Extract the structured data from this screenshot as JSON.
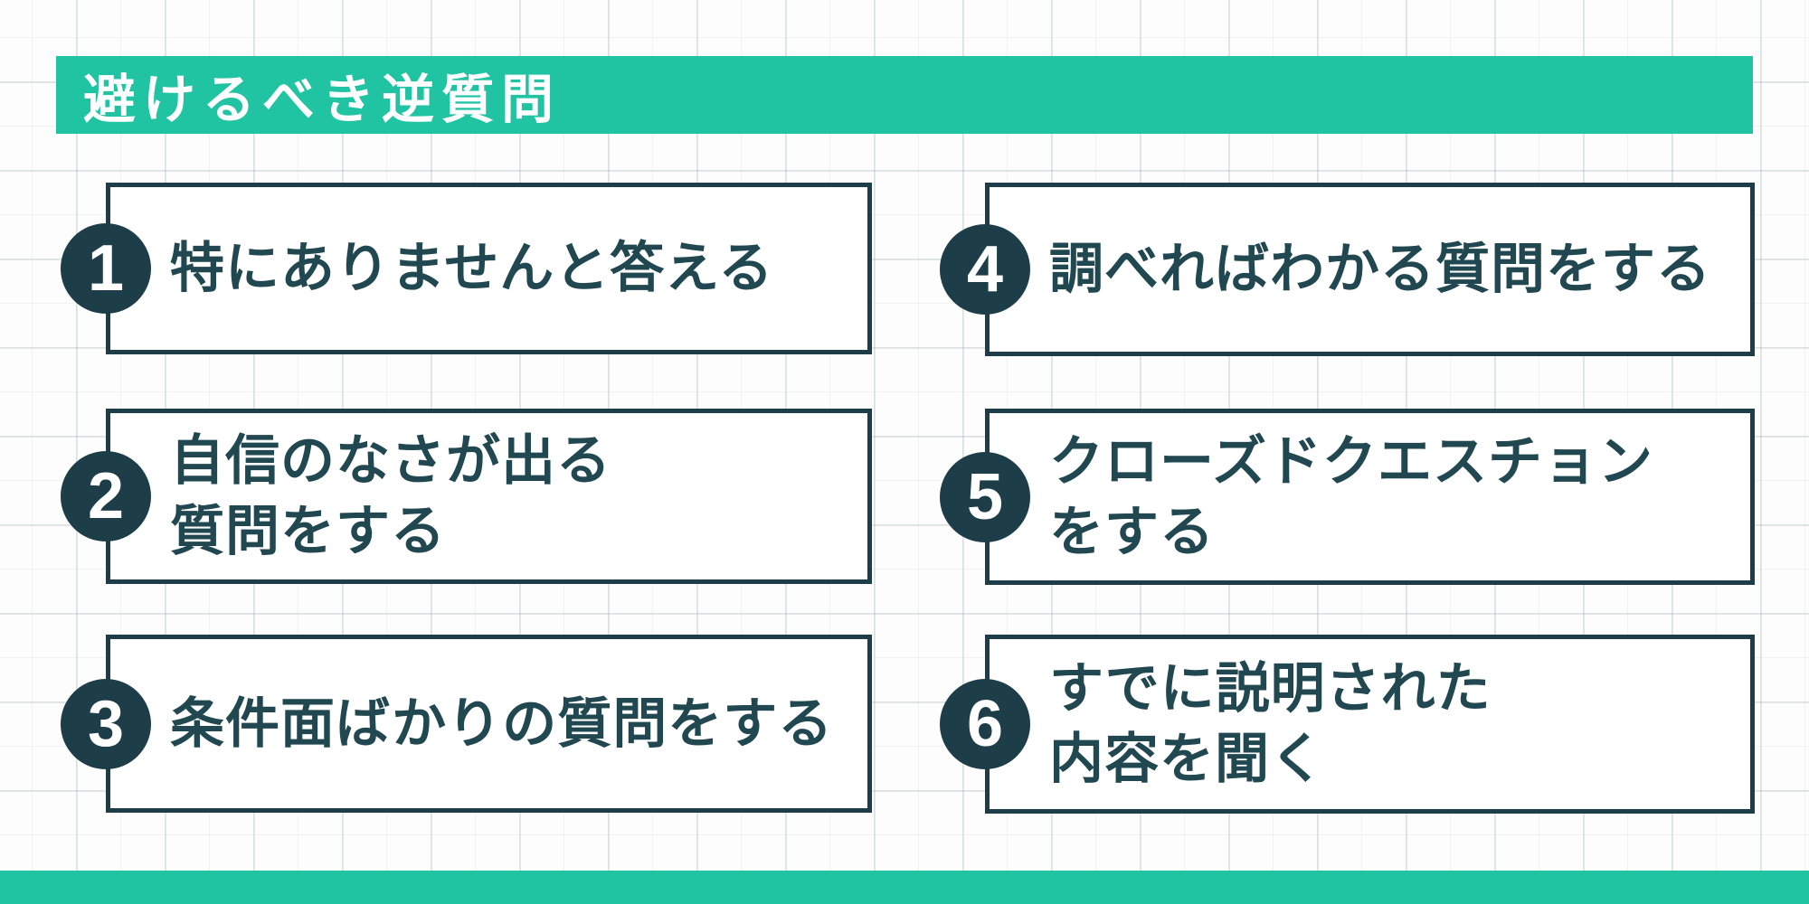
{
  "title": "避けるべき逆質問",
  "colors": {
    "accent": "#20c3a2",
    "dark": "#1d3e48",
    "text": "#214750"
  },
  "boxes": [
    {
      "number": "1",
      "lines": [
        "特にありませんと答える"
      ]
    },
    {
      "number": "2",
      "lines": [
        "自信のなさが出る",
        "質問をする"
      ]
    },
    {
      "number": "3",
      "lines": [
        "条件面ばかりの質問をする"
      ]
    },
    {
      "number": "4",
      "lines": [
        "調べればわかる質問をする"
      ]
    },
    {
      "number": "5",
      "lines": [
        "クローズドクエスチョン",
        "をする"
      ]
    },
    {
      "number": "6",
      "lines": [
        "すでに説明された",
        "内容を聞く"
      ]
    }
  ]
}
